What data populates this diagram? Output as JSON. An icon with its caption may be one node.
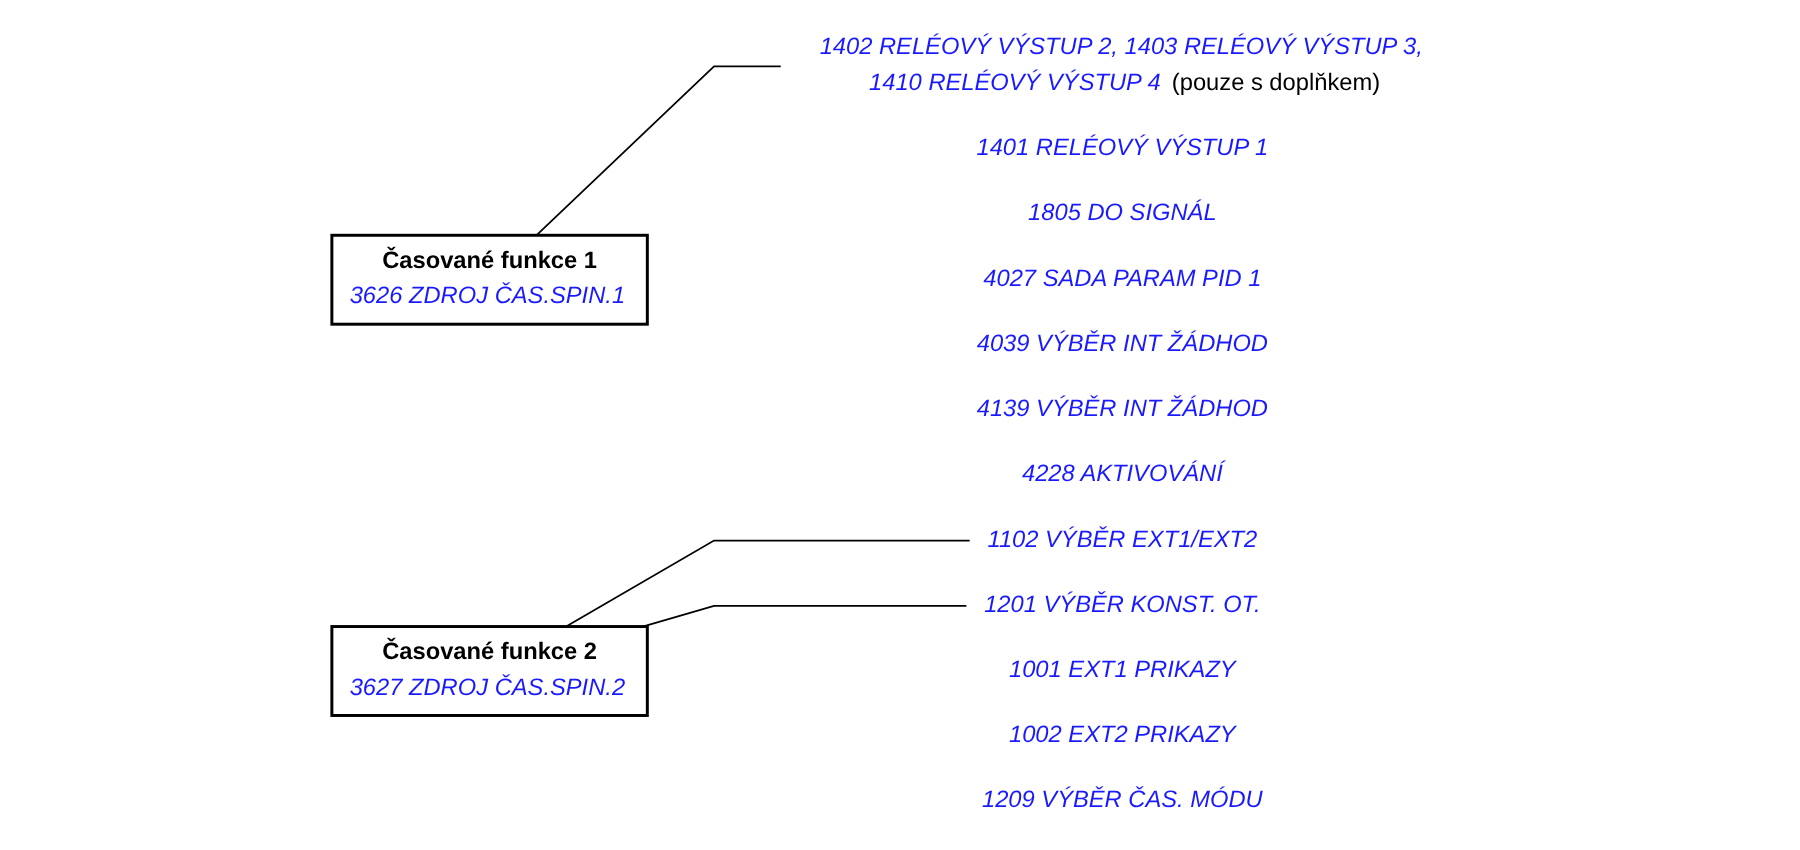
{
  "diagram": {
    "nodes": [
      {
        "text": [
          "Časované funkce 1",
          "3626 ZDROJ ČAS.SPIN.1"
        ]
      },
      {
        "text": [
          "Časované funkce 2",
          "3627 ZDROJ ČAS.SPIN.2"
        ]
      },
      {
        "text": [
          "1001 EXT1 PRIKAZY"
        ]
      },
      {
        "text": [
          "1002 EXT2 PRIKAZY"
        ]
      },
      {
        "text": [
          "1102 VÝBĚR EXT1/EXT2"
        ]
      },
      {
        "text": [
          "1201 VÝBĚR KONST. OT."
        ]
      },
      {
        "text": [
          "1209 VÝBĚR ČAS. MÓDU"
        ]
      },
      {
        "text": [
          "1401 RELÉOVÝ VÝSTUP 1"
        ]
      },
      {
        "text": [
          "1402 RELÉOVÝ VÝSTUP 2, 1403 RELÉOVÝ VÝSTUP 3, 1410 RELÉOVÝ VÝSTUP 4",
          "(pouze s doplňkem)"
        ]
      },
      {
        "text": [
          "1805 DO SIGNÁL"
        ]
      },
      {
        "text": [
          "4027 SADA PARAM PID 1"
        ]
      },
      {
        "text": [
          "4039 VÝBĚR INT ŽÁDHOD"
        ]
      },
      {
        "text": [
          "4139 VÝBĚR INT ŽÁDHOD"
        ]
      },
      {
        "text": [
          "4228 AKTIVOVÁNÍ"
        ]
      }
    ],
    "edges": [
      {
        "from": 0,
        "to": 8,
        "arrow": "none"
      },
      {
        "from": 1,
        "to": 4,
        "arrow": "none"
      },
      {
        "from": 1,
        "to": 5,
        "arrow": "none"
      }
    ]
  }
}
